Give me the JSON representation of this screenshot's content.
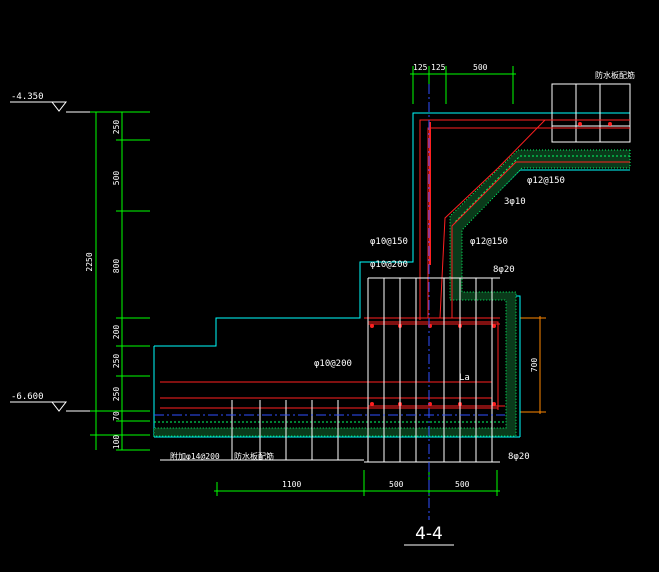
{
  "drawing": {
    "title": "4-4",
    "levels": {
      "top": "-4.350",
      "bottom": "-6.600"
    },
    "left_dims": {
      "total": "2250",
      "segments": [
        "250",
        "500",
        "800",
        "200",
        "250",
        "250",
        "70",
        "100"
      ]
    },
    "top_dims": [
      "125",
      "125",
      "500"
    ],
    "bottom_dims": [
      "1100",
      "500",
      "500"
    ],
    "right_dims": [
      "700"
    ],
    "labels": {
      "waterproof_top": "防水板配筋",
      "waterproof_bottom": "防水板配筋",
      "bottom_left_rebar": "附加φ14@200",
      "rebar_phi12_150_a": "φ12@150",
      "rebar_3phi10": "3φ10",
      "rebar_phi10_150": "φ10@150",
      "rebar_phi12_150_b": "φ12@150",
      "rebar_phi10_200_a": "φ10@200",
      "rebar_8phi20_top": "8φ20",
      "rebar_phi10_200_b": "φ10@200",
      "la": "La",
      "rebar_8phi20_bottom": "8φ20"
    },
    "colors": {
      "background": "#000000",
      "dim": "#00ff00",
      "outline": "#00ffff",
      "rebar": "#ff2020",
      "text": "#ffffff",
      "axis": "#3050ff",
      "fill": "#00ff66",
      "detail": "#ffffff"
    }
  }
}
